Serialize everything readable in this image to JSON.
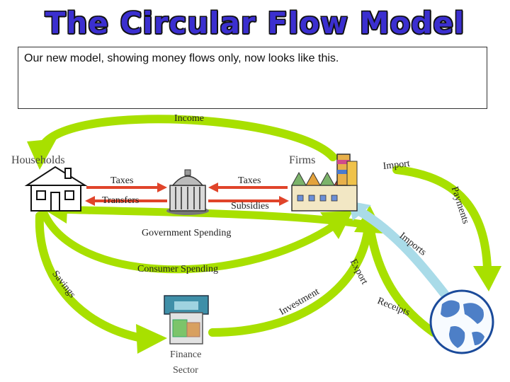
{
  "title": "The Circular Flow Model",
  "caption": "Our new model, showing money flows only, now looks like this.",
  "labels": {
    "income": "Income",
    "households": "Households",
    "firms": "Firms",
    "import": "Import",
    "taxes_left": "Taxes",
    "taxes_right": "Taxes",
    "transfers": "Transfers",
    "subsidies": "Subsidies",
    "payments": "Payments",
    "government_spending": "Government Spending",
    "imports": "Imports",
    "consumer_spending": "Consumer Spending",
    "export": "Export",
    "savings": "Savings",
    "investment": "Investment",
    "receipts": "Receipts",
    "finance_line1": "Finance",
    "finance_line2": "Sector"
  },
  "colors": {
    "title": "#3b2fd0",
    "flow_arrow": "#a8e000",
    "tax_arrow": "#e0442a",
    "import_arrow": "#a9dbe8"
  }
}
